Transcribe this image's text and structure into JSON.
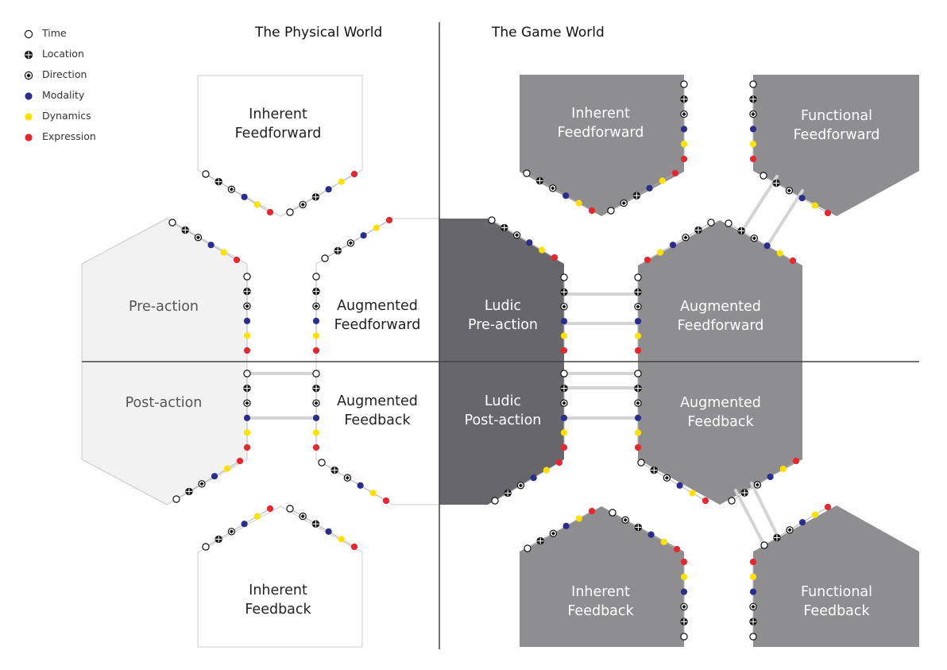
{
  "legend": [
    {
      "label": "Time",
      "icon": "time-icon"
    },
    {
      "label": "Location",
      "icon": "location-icon"
    },
    {
      "label": "Direction",
      "icon": "direction-icon"
    },
    {
      "label": "Modality",
      "icon": "modality-icon",
      "color": "#2b2d8c"
    },
    {
      "label": "Dynamics",
      "icon": "dynamics-icon",
      "color": "#ffe100"
    },
    {
      "label": "Expression",
      "icon": "expression-icon",
      "color": "#e8262d"
    }
  ],
  "worlds": {
    "physical": "The Physical World",
    "game": "The Game World"
  },
  "nodes": {
    "phys_inherent_ff": {
      "line1": "Inherent",
      "line2": "Feedforward"
    },
    "phys_pre_action": {
      "line1": "Pre-action",
      "line2": ""
    },
    "phys_aug_ff": {
      "line1": "Augmented",
      "line2": "Feedforward"
    },
    "phys_post_action": {
      "line1": "Post-action",
      "line2": ""
    },
    "phys_aug_fb": {
      "line1": "Augmented",
      "line2": "Feedback"
    },
    "phys_inherent_fb": {
      "line1": "Inherent",
      "line2": "Feedback"
    },
    "game_inherent_ff": {
      "line1": "Inherent",
      "line2": "Feedforward"
    },
    "game_functional_ff": {
      "line1": "Functional",
      "line2": "Feedforward"
    },
    "game_ludic_pre": {
      "line1": "Ludic",
      "line2": "Pre-action"
    },
    "game_aug_ff": {
      "line1": "Augmented",
      "line2": "Feedforward"
    },
    "game_ludic_post": {
      "line1": "Ludic",
      "line2": "Post-action"
    },
    "game_aug_fb": {
      "line1": "Augmented",
      "line2": "Feedback"
    },
    "game_inherent_fb": {
      "line1": "Inherent",
      "line2": "Feedback"
    },
    "game_functional_fb": {
      "line1": "Functional",
      "line2": "Feedback"
    }
  },
  "colors": {
    "modality": "#2b2d8c",
    "dynamics": "#ffe100",
    "expression": "#e8262d",
    "light_fill": "#f2f2f2",
    "medium_fill": "#8e8e90",
    "dark_fill": "#67676b"
  }
}
